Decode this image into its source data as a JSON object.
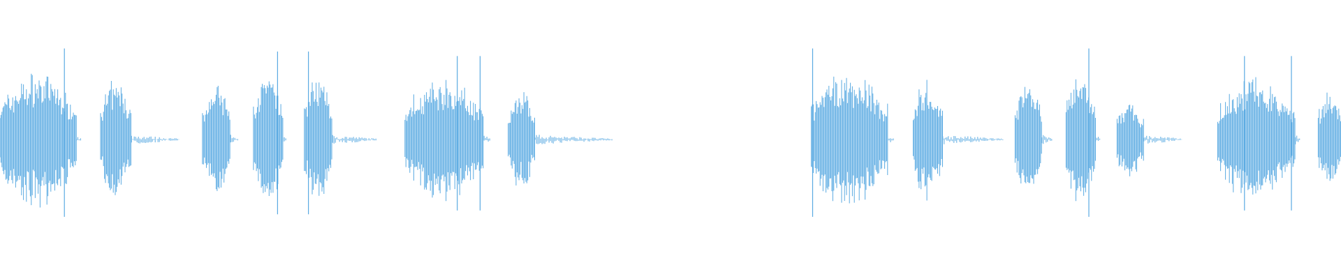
{
  "waveform": {
    "color": "#5aaae2",
    "background": "#ffffff",
    "duration_fraction_visible": 1.0,
    "bursts": [
      {
        "start": 0.0,
        "end": 0.057,
        "peak": 0.6,
        "tail_end": 0.061,
        "spikes": [
          0.048
        ]
      },
      {
        "start": 0.075,
        "end": 0.098,
        "peak": 0.52,
        "tail_end": 0.134,
        "spikes": []
      },
      {
        "start": 0.151,
        "end": 0.172,
        "peak": 0.5,
        "tail_end": 0.178,
        "spikes": []
      },
      {
        "start": 0.189,
        "end": 0.211,
        "peak": 0.58,
        "tail_end": 0.214,
        "spikes": [
          0.207
        ]
      },
      {
        "start": 0.227,
        "end": 0.248,
        "peak": 0.58,
        "tail_end": 0.281,
        "spikes": [
          0.23
        ]
      },
      {
        "start": 0.302,
        "end": 0.361,
        "peak": 0.55,
        "tail_end": 0.366,
        "spikes": [
          0.358,
          0.341
        ]
      },
      {
        "start": 0.379,
        "end": 0.399,
        "peak": 0.45,
        "tail_end": 0.457,
        "spikes": []
      },
      {
        "start": 0.605,
        "end": 0.662,
        "peak": 0.6,
        "tail_end": 0.667,
        "spikes": [
          0.606
        ]
      },
      {
        "start": 0.681,
        "end": 0.703,
        "peak": 0.52,
        "tail_end": 0.748,
        "spikes": []
      },
      {
        "start": 0.757,
        "end": 0.777,
        "peak": 0.5,
        "tail_end": 0.785,
        "spikes": []
      },
      {
        "start": 0.795,
        "end": 0.817,
        "peak": 0.6,
        "tail_end": 0.821,
        "spikes": [
          0.812
        ]
      },
      {
        "start": 0.833,
        "end": 0.853,
        "peak": 0.35,
        "tail_end": 0.882,
        "spikes": []
      },
      {
        "start": 0.908,
        "end": 0.966,
        "peak": 0.55,
        "tail_end": 0.97,
        "spikes": [
          0.963,
          0.928
        ]
      },
      {
        "start": 0.983,
        "end": 1.0,
        "peak": 0.45,
        "tail_end": 1.0,
        "spikes": []
      }
    ]
  }
}
